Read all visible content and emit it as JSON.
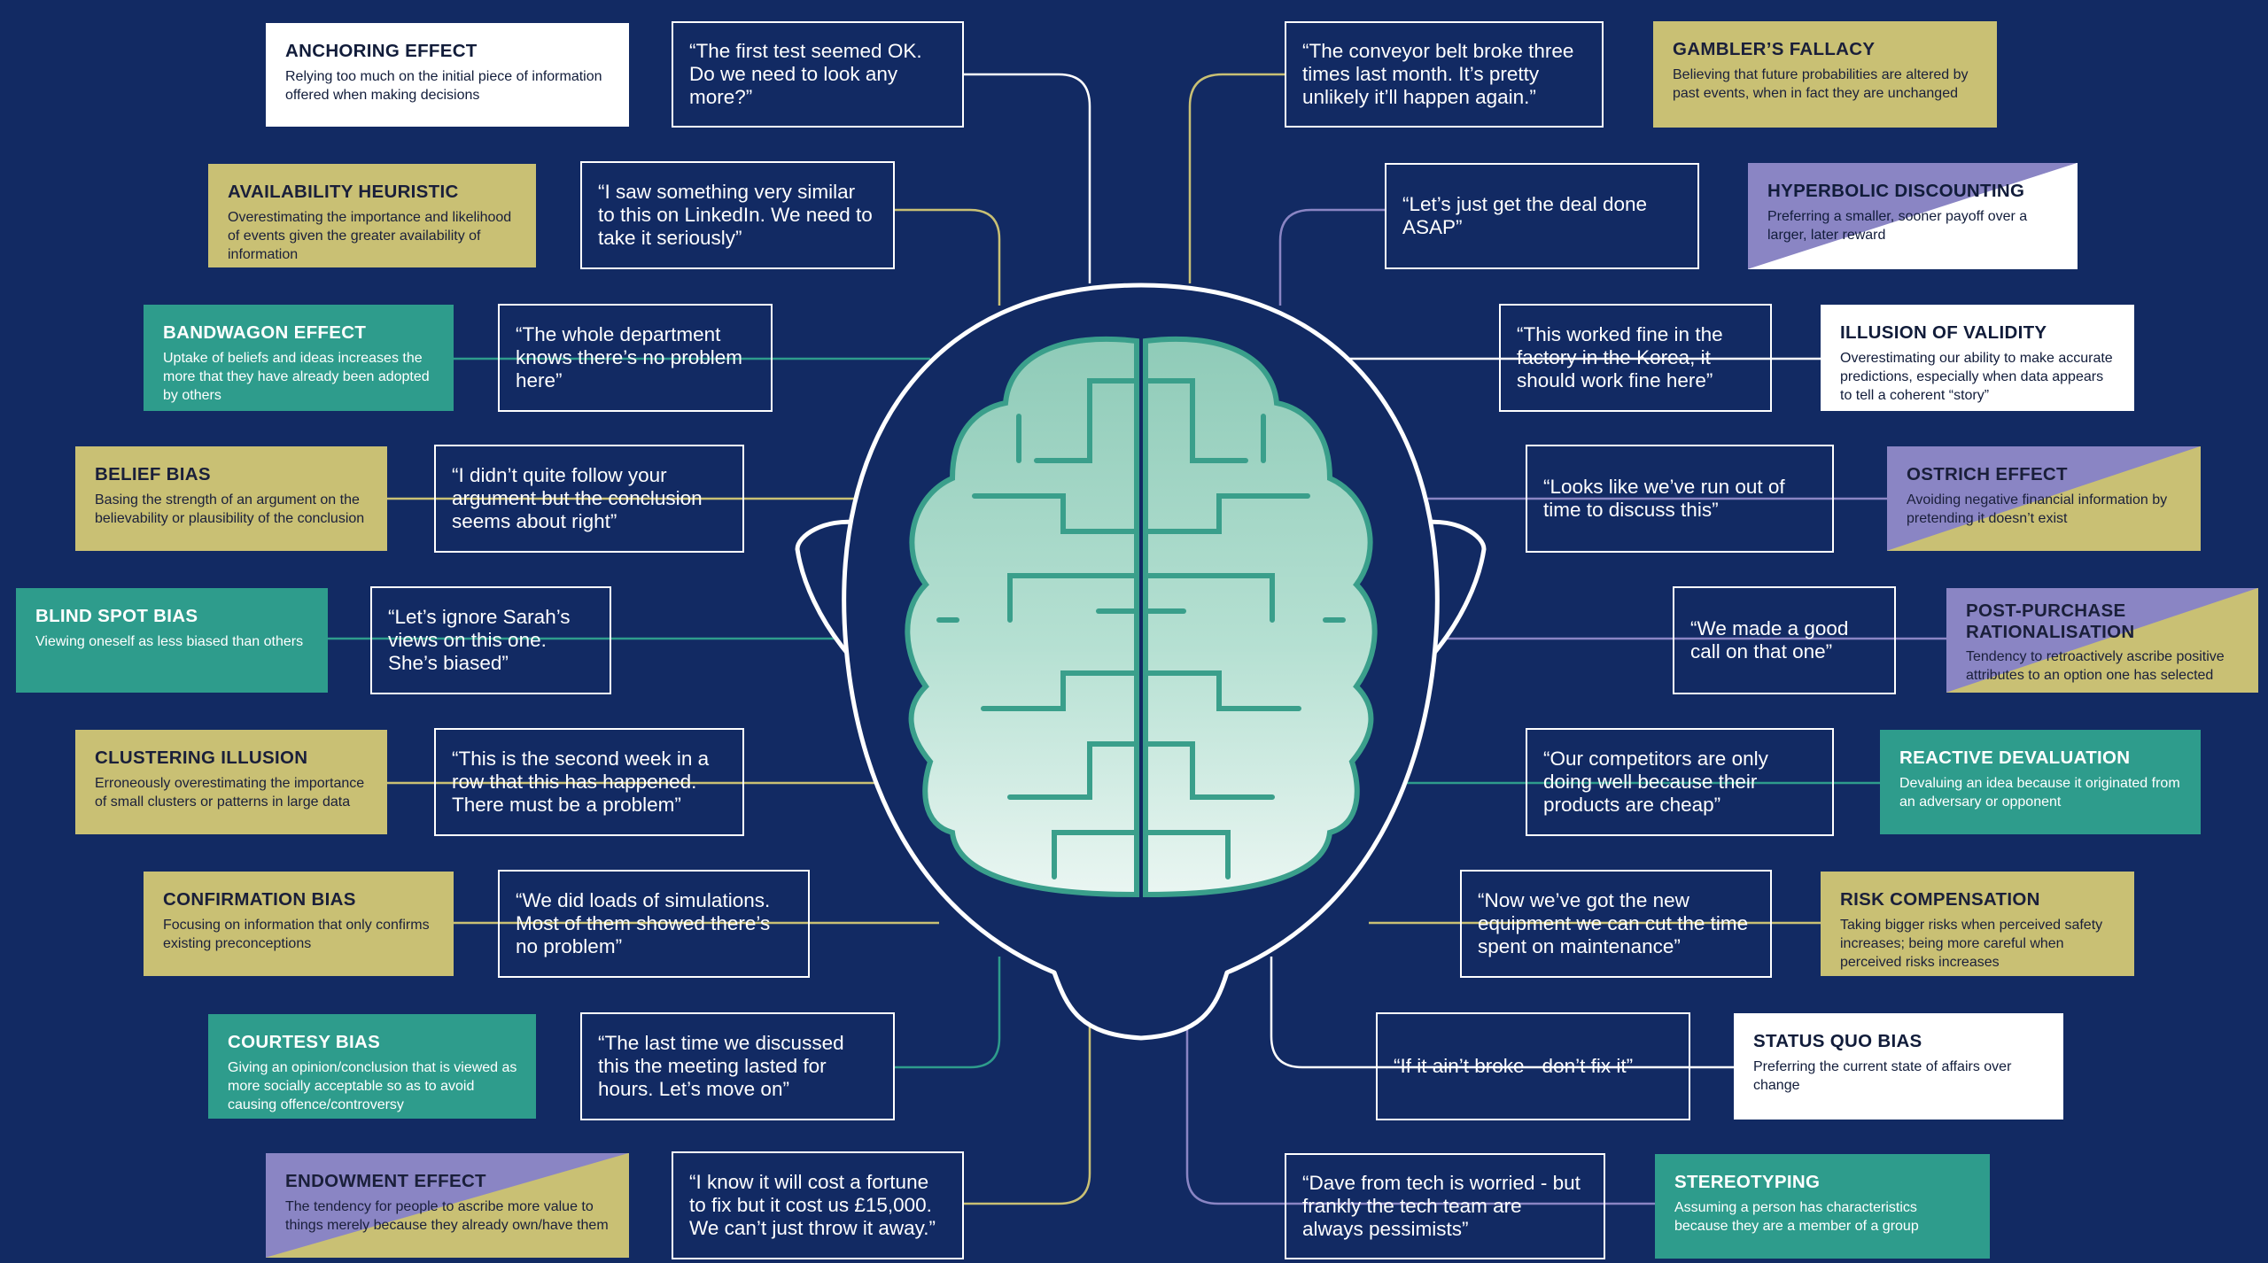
{
  "left": [
    {
      "title": "ANCHORING EFFECT",
      "desc": "Relying too much on the initial piece of information offered when making decisions",
      "quote": "“The first test seemed OK. Do we need to look any more?”"
    },
    {
      "title": "AVAILABILITY HEURISTIC",
      "desc": "Overestimating the importance and likelihood of events given the greater availability of information",
      "quote": "“I saw something very similar to this on LinkedIn. We need to take it seriously”"
    },
    {
      "title": "BANDWAGON EFFECT",
      "desc": "Uptake of beliefs and ideas increases the more that they have already been adopted by others",
      "quote": "“The whole department knows there’s no problem here”"
    },
    {
      "title": "BELIEF BIAS",
      "desc": "Basing the strength of an argument on the believability or plausibility of the conclusion",
      "quote": "“I didn’t quite follow your argument but the conclusion seems about right”"
    },
    {
      "title": "BLIND SPOT BIAS",
      "desc": "Viewing oneself as less biased than others",
      "quote": "“Let’s ignore Sarah’s views on this one. She’s biased”"
    },
    {
      "title": "CLUSTERING ILLUSION",
      "desc": "Erroneously overestimating the importance of small clusters or patterns in large data",
      "quote": "“This is the second week in a row that this has happened. There must be a problem”"
    },
    {
      "title": "CONFIRMATION BIAS",
      "desc": "Focusing on information that only confirms existing preconceptions",
      "quote": "“We did loads of simulations. Most of them showed there’s no problem”"
    },
    {
      "title": "COURTESY BIAS",
      "desc": "Giving an opinion/conclusion that is viewed as more socially acceptable so as to avoid causing offence/controversy",
      "quote": "“The last time we discussed this the meeting lasted for hours. Let’s move on”"
    },
    {
      "title": "ENDOWMENT EFFECT",
      "desc": "The tendency for people to ascribe more value to things merely because they already own/have them",
      "quote": "“I know it will cost a fortune to fix but it cost us £15,000. We can’t just throw it away.”"
    }
  ],
  "right": [
    {
      "title": "GAMBLER’S FALLACY",
      "desc": "Believing that future probabilities are altered by past events, when in fact they are unchanged",
      "quote": "“The conveyor belt broke three times last month. It’s pretty unlikely it’ll happen again.”"
    },
    {
      "title": "HYPERBOLIC DISCOUNTING",
      "desc": "Preferring a smaller, sooner payoff over a larger, later reward",
      "quote": "“Let’s just get the deal done ASAP”"
    },
    {
      "title": "ILLUSION OF VALIDITY",
      "desc": "Overestimating our ability to make accurate predictions, especially when data appears to tell a coherent “story”",
      "quote": "“This worked fine in the factory in the Korea, it should work fine here”"
    },
    {
      "title": "OSTRICH EFFECT",
      "desc": "Avoiding negative financial information by pretending it doesn’t exist",
      "quote": "“Looks like we’ve run out of time to discuss this”"
    },
    {
      "title": "POST-PURCHASE RATIONALISATION",
      "desc": "Tendency to retroactively ascribe positive attributes to an option one has selected",
      "quote": "“We made a good call on that one”"
    },
    {
      "title": "REACTIVE DEVALUATION",
      "desc": "Devaluing an idea because it originated from an adversary or opponent",
      "quote": "“Our competitors are only doing well because their products are cheap”"
    },
    {
      "title": "RISK COMPENSATION",
      "desc": "Taking bigger risks when perceived safety increases; being more careful when perceived risks increases",
      "quote": "“Now we’ve got the new equipment we can cut the time spent on maintenance”"
    },
    {
      "title": "STATUS QUO BIAS",
      "desc": "Preferring the current state of affairs over change",
      "quote": "“If it ain’t broke - don’t fix it”"
    },
    {
      "title": "STEREOTYPING",
      "desc": "Assuming a person has characteristics because they are a member of a group",
      "quote": "“Dave from tech is worried - but frankly the tech team are always pessimists”"
    }
  ],
  "colors": {
    "background": "#122a63",
    "white": "#ffffff",
    "olive": "#c9c074",
    "teal": "#2e9c8c",
    "lavender": "#8a85c4",
    "brain": "#9fd3c3"
  }
}
